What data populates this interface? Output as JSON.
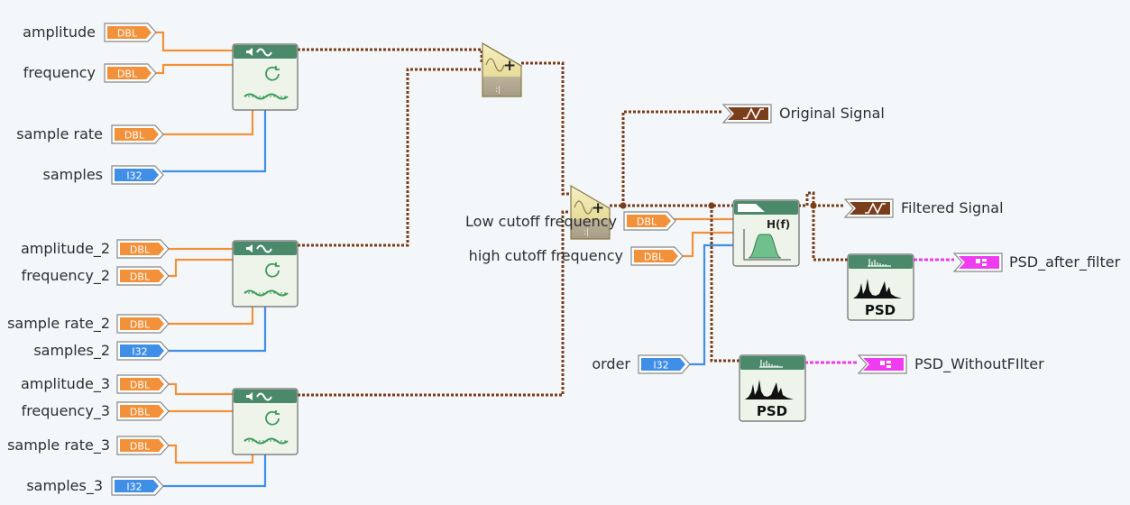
{
  "colors": {
    "background": "#f4f7f9",
    "dbl": "#f2913a",
    "i32": "#3f8fe8",
    "waveform_wire": "#7a3e1c",
    "psd_wire": "#f03cf0",
    "vi_header": "#4a8a6a"
  },
  "controls": [
    {
      "label": "amplitude",
      "type": "DBL"
    },
    {
      "label": "frequency",
      "type": "DBL"
    },
    {
      "label": "sample rate",
      "type": "DBL"
    },
    {
      "label": "samples",
      "type": "I32"
    },
    {
      "label": "amplitude_2",
      "type": "DBL"
    },
    {
      "label": "frequency_2",
      "type": "DBL"
    },
    {
      "label": "sample rate_2",
      "type": "DBL"
    },
    {
      "label": "samples_2",
      "type": "I32"
    },
    {
      "label": "amplitude_3",
      "type": "DBL"
    },
    {
      "label": "frequency_3",
      "type": "DBL"
    },
    {
      "label": "sample rate_3",
      "type": "DBL"
    },
    {
      "label": "samples_3",
      "type": "I32"
    },
    {
      "label": "Low cutoff frequency",
      "type": "DBL"
    },
    {
      "label": "high cutoff frequency",
      "type": "DBL"
    },
    {
      "label": "order",
      "type": "I32"
    }
  ],
  "indicators": [
    {
      "label": "Original Signal",
      "kind": "waveform"
    },
    {
      "label": "Filtered Signal",
      "kind": "waveform"
    },
    {
      "label": "PSD_after_filter",
      "kind": "psd"
    },
    {
      "label": "PSD_WithoutFIlter",
      "kind": "psd"
    }
  ],
  "nodes": {
    "sine_generators": [
      {
        "name": "sine-waveform-vi-1"
      },
      {
        "name": "sine-waveform-vi-2"
      },
      {
        "name": "sine-waveform-vi-3"
      }
    ],
    "add": {
      "symbol": "+"
    },
    "filter": {
      "title": "H(f)"
    },
    "psd": {
      "title": "PSD"
    }
  }
}
